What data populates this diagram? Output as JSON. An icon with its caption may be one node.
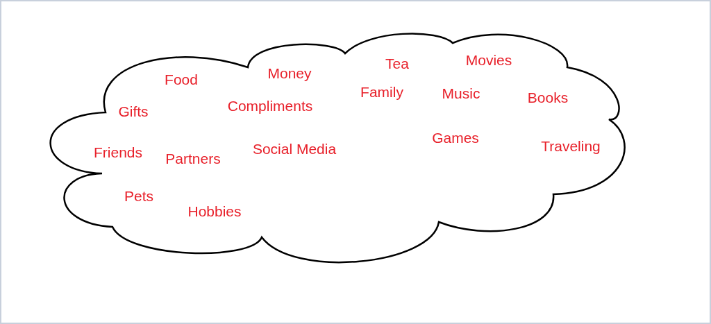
{
  "diagram": {
    "nodes": [
      {
        "text": [
          "Money",
          "Tea",
          "Movies",
          "Food",
          "Family",
          "Music",
          "Books",
          "Gifts",
          "Compliments",
          "Games",
          "Friends",
          "Partners",
          "Social Media",
          "Traveling",
          "Pets",
          "Hobbies"
        ]
      }
    ]
  }
}
